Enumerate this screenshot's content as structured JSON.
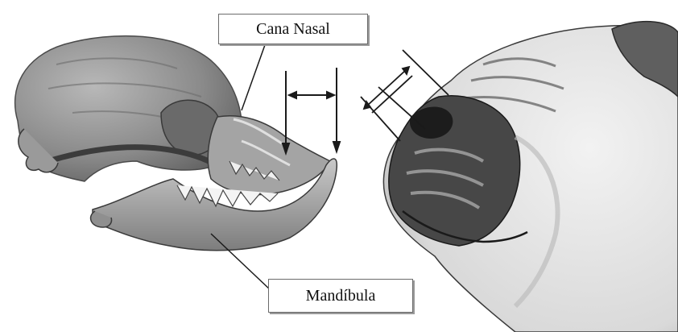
{
  "labels": {
    "nasal": "Cana Nasal",
    "mandible": "Mandíbula"
  },
  "icons": {
    "skull": "dog-skull-illustration",
    "dog_head": "pug-head-illustration"
  },
  "colors": {
    "bone": "#8e8e8e",
    "bone_dark": "#555555",
    "ink": "#1a1a1a",
    "background": "#ffffff"
  }
}
